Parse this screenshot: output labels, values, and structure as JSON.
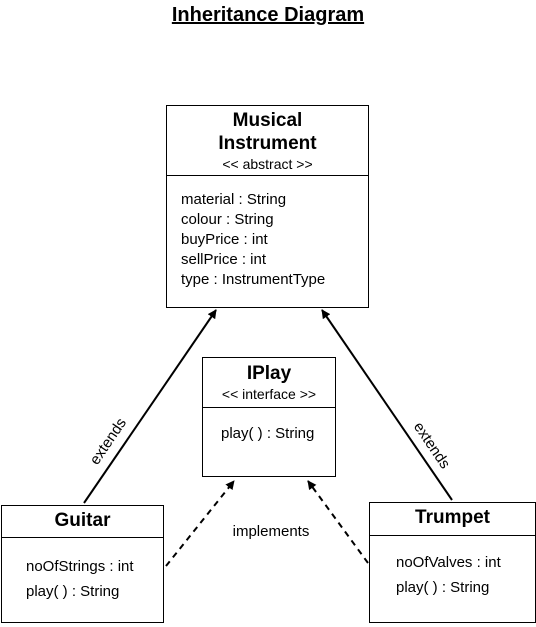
{
  "title": "Inheritance Diagram",
  "musical_instrument": {
    "name_line1": "Musical",
    "name_line2": "Instrument",
    "stereotype": "<< abstract >>",
    "attributes": [
      "material : String",
      "colour : String",
      "buyPrice : int",
      "sellPrice : int",
      "type : InstrumentType"
    ]
  },
  "iplay": {
    "name": "IPlay",
    "stereotype": "<< interface >>",
    "methods": [
      "play( ) : String"
    ]
  },
  "guitar": {
    "name": "Guitar",
    "members": [
      "noOfStrings : int",
      "play( ) : String"
    ]
  },
  "trumpet": {
    "name": "Trumpet",
    "members": [
      "noOfValves : int",
      "play( ) : String"
    ]
  },
  "relations": {
    "guitar_extends": "extends",
    "trumpet_extends": "extends",
    "implements": "implements"
  }
}
